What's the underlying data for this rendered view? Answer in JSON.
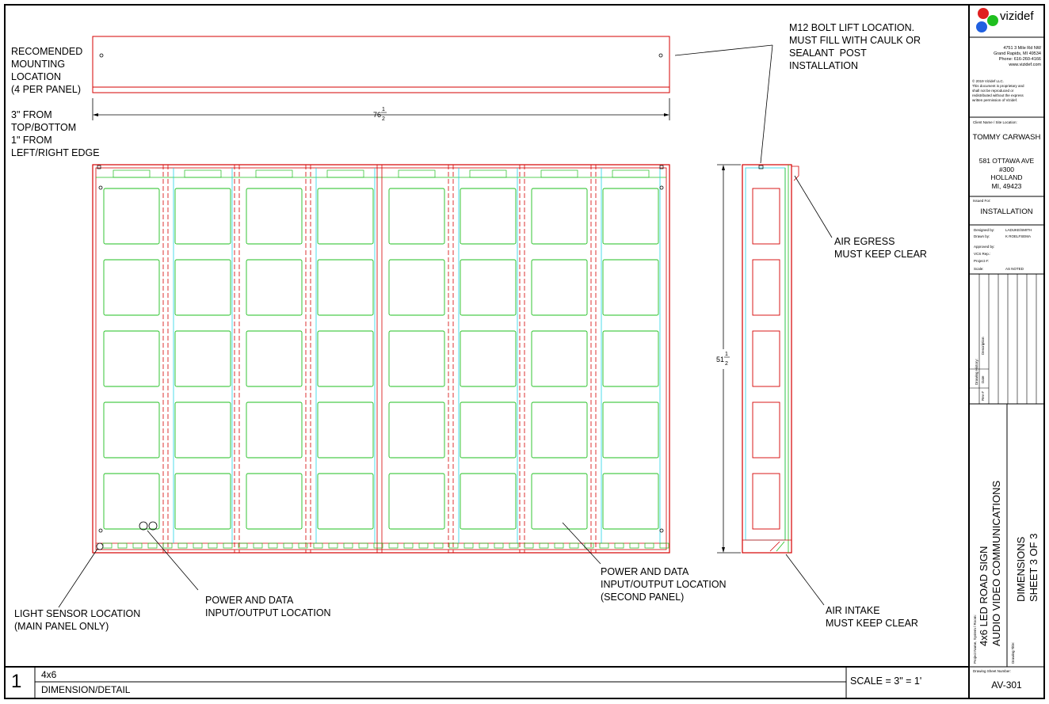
{
  "annotations": {
    "mounting": "RECOMENDED\nMOUNTING\nLOCATION\n(4 PER PANEL)",
    "offset": "3\" FROM\nTOP/BOTTOM\n1\" FROM\nLEFT/RIGHT EDGE",
    "bolt": "M12 BOLT LIFT LOCATION.\nMUST FILL WITH CAULK OR\nSEALANT  POST\nINSTALLATION",
    "air_egress": "AIR EGRESS\nMUST KEEP CLEAR",
    "air_intake": "AIR INTAKE\nMUST KEEP CLEAR",
    "light_sensor": "LIGHT SENSOR LOCATION\n(MAIN PANEL ONLY)",
    "power_main": "POWER AND DATA\nINPUT/OUTPUT LOCATION",
    "power_second": "POWER AND DATA\nINPUT/OUTPUT LOCATION\n(SECOND PANEL)"
  },
  "dimensions": {
    "width_whole": "76",
    "width_num": "1",
    "width_den": "2",
    "height_whole": "51",
    "height_num": "1",
    "height_den": "2"
  },
  "footer": {
    "detail_number": "1",
    "detail_title": "4x6",
    "detail_subtitle": "DIMENSION/DETAIL",
    "scale": "SCALE = 3\" = 1'"
  },
  "title_block": {
    "logo_text": "vizidef",
    "address": "4751 3 Mile Rd NW\nGrand Rapids, MI 49534\nPhone: 616-260-4166\nwww.vizidef.com",
    "copyright": "© 2019 Vizidef LLC.\nThis document is proprietary and\nshall not be reproduced or\nredistributed without the express\nwritten permission of Vizidef.",
    "client_label": "Client Name / Site Location:",
    "client_name": "TOMMY CARWASH",
    "client_address": "581 OTTAWA AVE\n#300\nHOLLAND\nMI, 49423",
    "issued_label": "Issued For:",
    "issued_value": "INSTALLATION",
    "designed_label": "Designed by:",
    "designed_value": "LADUKE/SMITH",
    "drawn_label": "Drawn by:",
    "drawn_value": "K ROELFSEMA",
    "approved_label": "Approved by:",
    "vcs_label": "VCS Rep.:",
    "project_label": "Project #:",
    "scale_label": "Scale:",
    "scale_value": "AS NOTED",
    "history_label": "Drawing History:",
    "date_col": "Date",
    "desc_col": "Description",
    "rev_col": "Rev #",
    "project_name_label": "Project Name, System / Room:",
    "project_name": "4x6 LED ROAD SIGN\nAUDIO VIDEO COMMUNICATIONS",
    "drawing_title_label": "Drawing Title:",
    "drawing_title": "DIMENSIONS\nSHEET 3 OF 3",
    "sheet_number_label": "Drawing Sheet Number:",
    "sheet_number": "AV-301"
  },
  "colors": {
    "outline": "#d40000",
    "module": "#1fbf1f",
    "cyan": "#22d3e6",
    "frame": "#000000"
  }
}
